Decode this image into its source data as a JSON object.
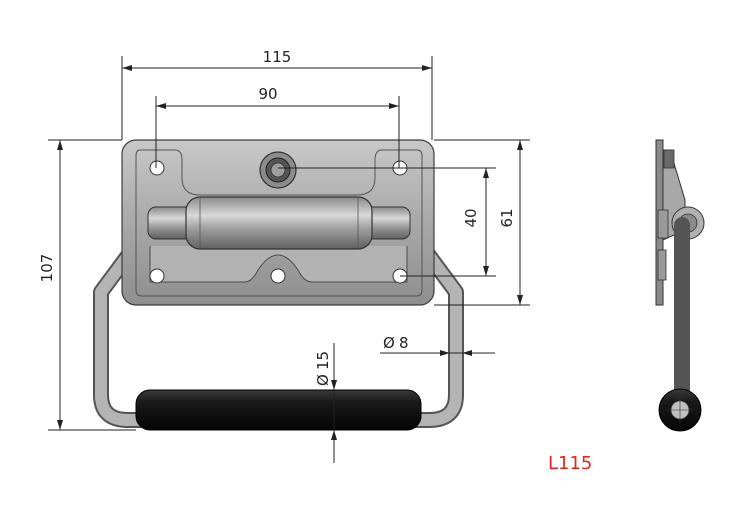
{
  "model": "L115",
  "dimensions": {
    "overall_width": "115",
    "hole_spacing": "90",
    "overall_height": "107",
    "hole_vertical_spacing": "40",
    "plate_height": "61",
    "rod_diameter": "8",
    "grip_diameter": "15"
  },
  "colors": {
    "metal": "#9a9a9a",
    "metal_dark": "#6e6e6e",
    "grip": "#161616",
    "label": "#e8231b",
    "line": "#222222"
  }
}
